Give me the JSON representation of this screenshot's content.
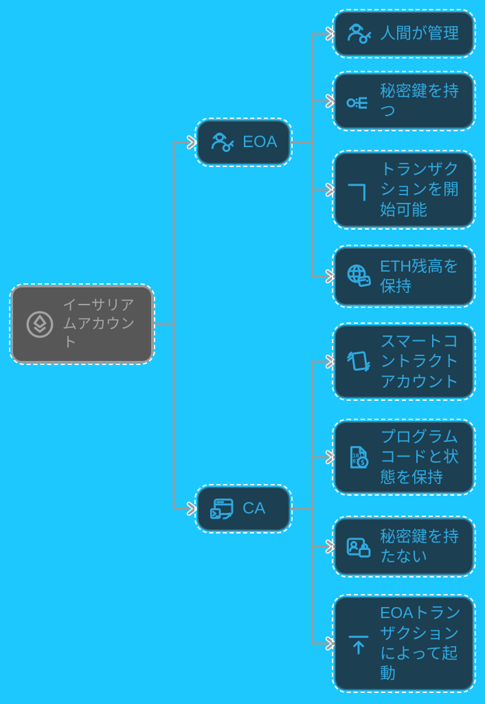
{
  "diagram": {
    "background_color": "#1dc8ff",
    "node_fill_color": "#1c3f51",
    "accent_color": "#2fa9e0",
    "root_fill_color": "#575757",
    "root_text_color": "#a6a6a6",
    "connector_color": "#9b9b9b",
    "dashed_outline_color": "#ffffff",
    "root": {
      "label": "イーサリア\nムアカウン\nト",
      "icon": "ethereum-icon"
    },
    "branches": [
      {
        "label": "EOA",
        "icon": "user-key-icon",
        "children": [
          {
            "label": "人間が管理",
            "icon": "user-key-icon"
          },
          {
            "label": "秘密鍵を持\nつ",
            "icon": "digital-key-icon"
          },
          {
            "label": "トランザク\nションを開\n始可能",
            "icon": "corner-arrow-icon"
          },
          {
            "label": "ETH残高を\n保持",
            "icon": "globe-wallet-icon"
          }
        ]
      },
      {
        "label": "CA",
        "icon": "terminal-window-icon",
        "children": [
          {
            "label": "スマートコ\nントラクト\nアカウント",
            "icon": "contract-hands-icon"
          },
          {
            "label": "プログラム\nコードと状\n態を保持",
            "icon": "code-file-dollar-icon"
          },
          {
            "label": "秘密鍵を持\nたない",
            "icon": "badge-lock-icon"
          },
          {
            "label": "EOAトラン\nザクション\nによって起\n動",
            "icon": "upload-arrow-icon"
          }
        ]
      }
    ]
  }
}
